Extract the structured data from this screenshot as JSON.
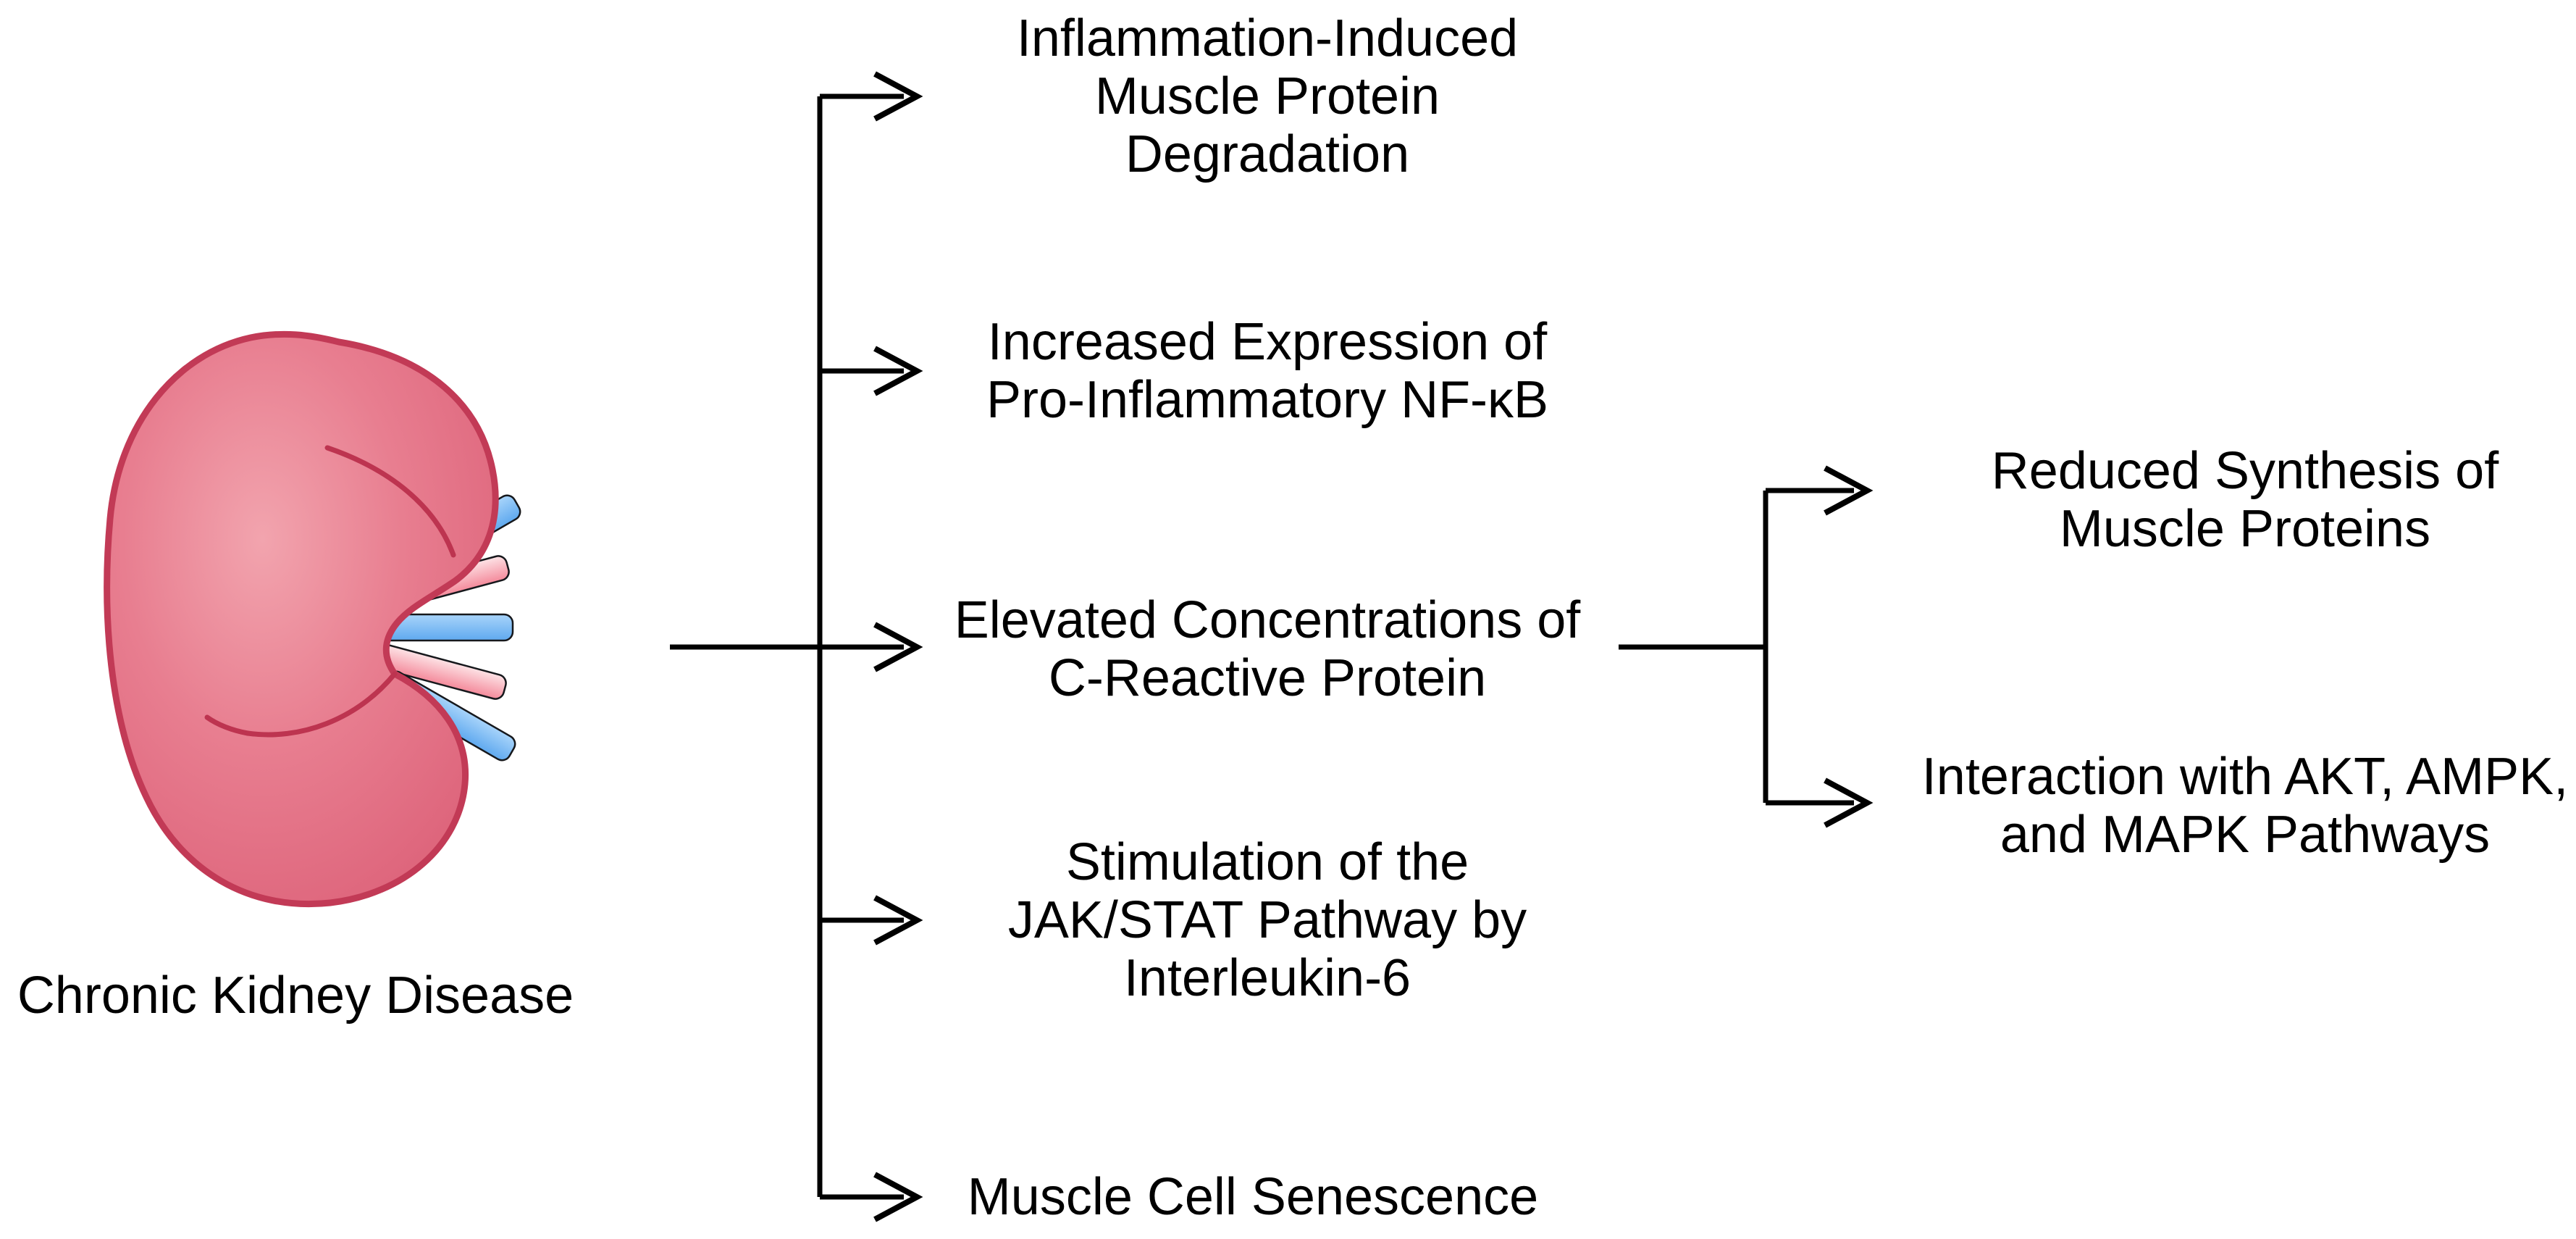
{
  "source": {
    "label": "Chronic Kidney Disease",
    "illustration": "kidney"
  },
  "effects": [
    {
      "lines": [
        "Inflammation-Induced",
        "Muscle Protein",
        "Degradation"
      ]
    },
    {
      "lines": [
        "Increased Expression of",
        "Pro-Inflammatory NF-κB"
      ]
    },
    {
      "lines": [
        "Elevated Concentrations of",
        "C-Reactive Protein"
      ]
    },
    {
      "lines": [
        "Stimulation of the",
        "JAK/STAT Pathway by",
        "Interleukin-6"
      ]
    },
    {
      "lines": [
        "Muscle Cell Senescence"
      ]
    }
  ],
  "outcomes": [
    {
      "lines": [
        "Reduced Synthesis of",
        "Muscle Proteins"
      ]
    },
    {
      "lines": [
        "Interaction with AKT, AMPK,",
        "and MAPK Pathways"
      ]
    }
  ],
  "colors": {
    "background": "#ffffff",
    "line": "#000000",
    "text": "#000000",
    "kidney_fill_light": "#f2a2ac",
    "kidney_fill_dark": "#db5e76",
    "kidney_outline": "#c23a56",
    "vessel_blue": "#5fa9ef",
    "vessel_blue_light": "#a8d4fa",
    "vessel_pink": "#f48a9b",
    "vessel_pink_light": "#fde3e6"
  }
}
